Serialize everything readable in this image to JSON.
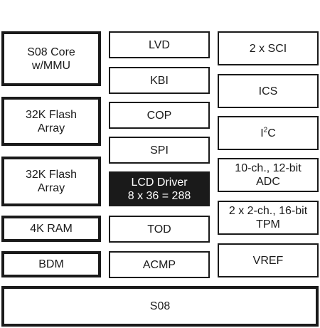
{
  "colors": {
    "stroke": "#1a1a1a",
    "fill": "#ffffff",
    "highlight_fill": "#1a1a1a",
    "highlight_text": "#ffffff"
  },
  "blocks": {
    "s08_core": {
      "line1": "S08 Core",
      "line2": "w/MMU"
    },
    "flash_1": {
      "line1": "32K Flash",
      "line2": "Array"
    },
    "flash_2": {
      "line1": "32K Flash",
      "line2": "Array"
    },
    "ram": {
      "label": "4K RAM"
    },
    "bdm": {
      "label": "BDM"
    },
    "lvd": {
      "label": "LVD"
    },
    "kbi": {
      "label": "KBI"
    },
    "cop": {
      "label": "COP"
    },
    "spi": {
      "label": "SPI"
    },
    "lcd_driver": {
      "line1": "LCD Driver",
      "line2": "8 x 36 = 288"
    },
    "tod": {
      "label": "TOD"
    },
    "acmp": {
      "label": "ACMP"
    },
    "sci": {
      "label": "2 x SCI"
    },
    "ics": {
      "label": "ICS"
    },
    "i2c": {
      "base": "I",
      "superscript": "2",
      "rest": "C"
    },
    "adc": {
      "line1": "10-ch., 12-bit",
      "line2": "ADC"
    },
    "tpm": {
      "line1": "2 x 2-ch., 16-bit",
      "line2": "TPM"
    },
    "vref": {
      "label": "VREF"
    },
    "s08_bus": {
      "label": "S08"
    }
  }
}
